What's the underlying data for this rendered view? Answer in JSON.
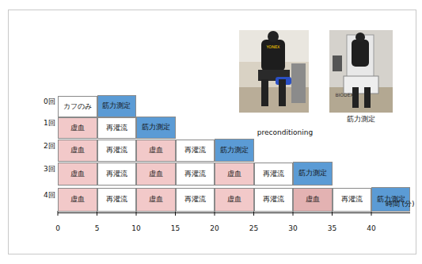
{
  "diagram": {
    "nodes": [
      {
        "text": [
          "カフのみ"
        ]
      },
      {
        "text": [
          "筋力測定"
        ]
      },
      {
        "text": [
          "虚血"
        ]
      },
      {
        "text": [
          "再灌流"
        ]
      },
      {
        "text": [
          "筋力測定"
        ]
      },
      {
        "text": [
          "虚血"
        ]
      },
      {
        "text": [
          "再灌流"
        ]
      },
      {
        "text": [
          "虚血"
        ]
      },
      {
        "text": [
          "再灌流"
        ]
      },
      {
        "text": [
          "筋力測定"
        ]
      },
      {
        "text": [
          "虚血"
        ]
      },
      {
        "text": [
          "再灌流"
        ]
      },
      {
        "text": [
          "虚血"
        ]
      },
      {
        "text": [
          "再灌流"
        ]
      },
      {
        "text": [
          "虚血"
        ]
      },
      {
        "text": [
          "再灌流"
        ]
      },
      {
        "text": [
          "筋力測定"
        ]
      },
      {
        "text": [
          "虚血"
        ]
      },
      {
        "text": [
          "再灌流"
        ]
      },
      {
        "text": [
          "虚血"
        ]
      },
      {
        "text": [
          "再灌流"
        ]
      },
      {
        "text": [
          "虚血"
        ]
      },
      {
        "text": [
          "再灌流"
        ]
      },
      {
        "text": [
          "虚血"
        ]
      },
      {
        "text": [
          "再灌流"
        ]
      },
      {
        "text": [
          "筋力測定"
        ]
      }
    ],
    "labels": [
      "0回",
      "1回",
      "2回",
      "3回",
      "4回",
      "0",
      "5",
      "10",
      "15",
      "20",
      "25",
      "30",
      "35",
      "40",
      "時間 (分)",
      "preconditioning",
      "筋力測定",
      "YONEX",
      "BIODEX"
    ]
  }
}
